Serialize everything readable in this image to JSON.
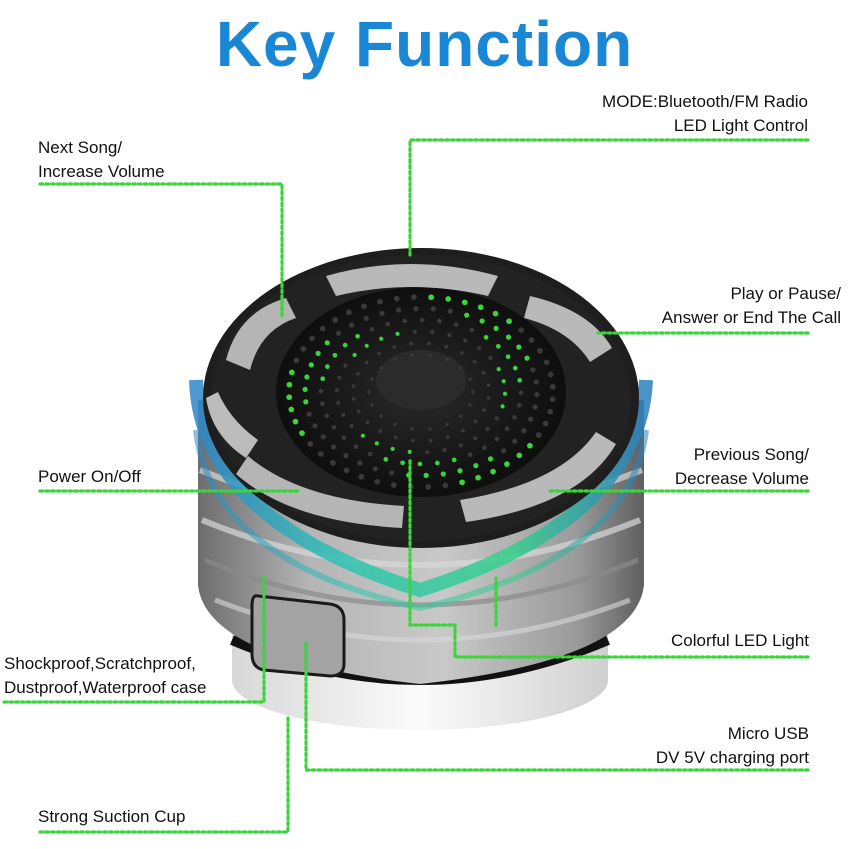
{
  "title": "Key Function",
  "labels": {
    "mode": [
      "MODE:Bluetooth/FM Radio",
      "LED Light Control"
    ],
    "next": [
      "Next Song/",
      "Increase Volume"
    ],
    "play": [
      "Play or Pause/",
      "Answer or End The Call"
    ],
    "power": [
      "Power On/Off"
    ],
    "prev": [
      "Previous Song/",
      "Decrease Volume"
    ],
    "led": [
      "Colorful LED Light"
    ],
    "case": [
      "Shockproof,Scratchproof,",
      "Dustproof,Waterproof case"
    ],
    "usb": [
      "Micro USB",
      "DV 5V charging port"
    ],
    "suction": [
      "Strong Suction Cup"
    ]
  },
  "colors": {
    "title": "#1a86d6",
    "leader": "#39d53a",
    "led_glow": "#2ec6b0",
    "shell": "#9a9a9a",
    "top": "#1e1e1e",
    "buttons": "#b7b7b7"
  }
}
